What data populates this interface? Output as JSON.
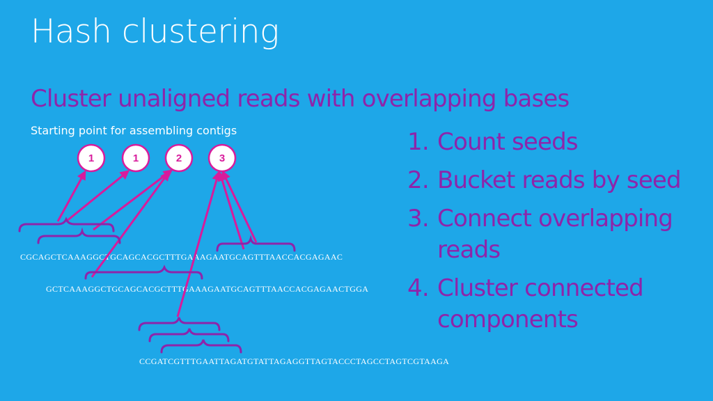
{
  "slide": {
    "title": "Hash clustering",
    "subtitle": "Cluster unaligned reads with overlapping bases",
    "caption": "Starting point for assembling contigs"
  },
  "steps": [
    {
      "number": "1.",
      "text": "Count seeds"
    },
    {
      "number": "2.",
      "text": "Bucket reads by seed"
    },
    {
      "number": "3.",
      "text": "Connect overlapping reads"
    },
    {
      "number": "4.",
      "text": "Cluster connected components"
    }
  ],
  "clusters": [
    {
      "label": "1"
    },
    {
      "label": "1"
    },
    {
      "label": "2"
    },
    {
      "label": "3"
    }
  ],
  "reads": [
    {
      "sequence": "CGCAGCTCAAAGGCTGCAGCACGCTTTGAAAGAATGCAGTTTAACCACGAGAAC"
    },
    {
      "sequence": "GCTCAAAGGCTGCAGCACGCTTTGAAAGAATGCAGTTTAACCACGAGAACTGGA"
    },
    {
      "sequence": "CCGATCGTTTGAATTAGATGTATTAGAGGTTAGTACCCTAGCCTAGTCGTAAGA"
    }
  ],
  "colors": {
    "background": "#1ea7e8",
    "accent": "#8e24aa",
    "arrow": "#d81b9c",
    "text": "#ffffff"
  }
}
